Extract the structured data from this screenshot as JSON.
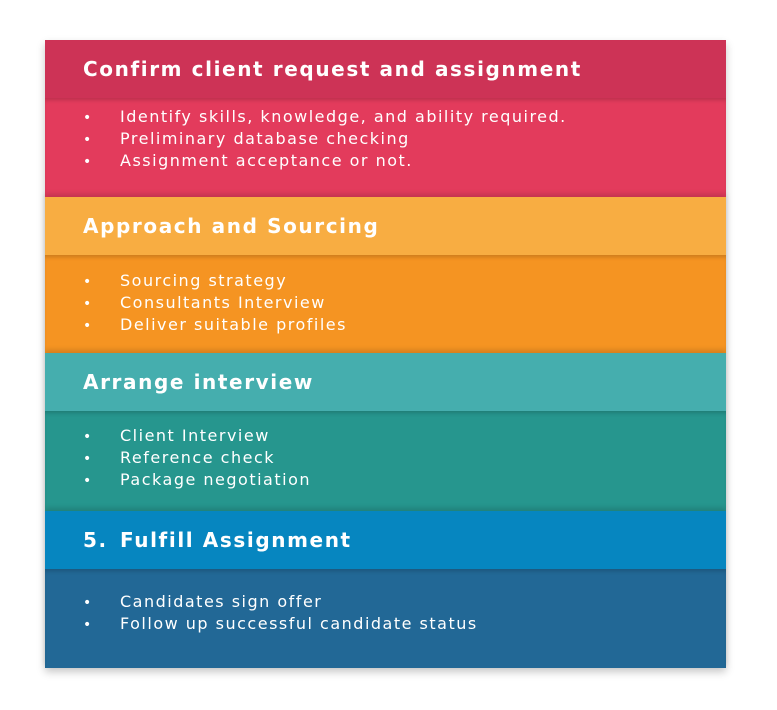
{
  "sections": [
    {
      "number": "",
      "title": "Confirm client request and assignment",
      "header_color": "#cd3356",
      "body_color": "#e33b5c",
      "bullet": "•",
      "items": [
        "Identify skills, knowledge, and ability required.",
        "Preliminary database checking",
        "Assignment acceptance or not."
      ]
    },
    {
      "number": "",
      "title": "Approach and Sourcing",
      "header_color": "#f8ad42",
      "body_color": "#f59422",
      "bullet": "•",
      "items": [
        "Sourcing strategy",
        "Consultants Interview",
        "Deliver suitable profiles"
      ]
    },
    {
      "number": "",
      "title": "Arrange interview",
      "header_color": "#45aeae",
      "body_color": "#26968e",
      "bullet": "•",
      "items": [
        "Client Interview",
        "Reference check",
        "Package negotiation"
      ]
    },
    {
      "number": "5.",
      "title": "Fulfill Assignment",
      "header_color": "#0686c0",
      "body_color": "#226896",
      "bullet": "•",
      "items": [
        "Candidates sign offer",
        "Follow up successful candidate status"
      ]
    }
  ]
}
